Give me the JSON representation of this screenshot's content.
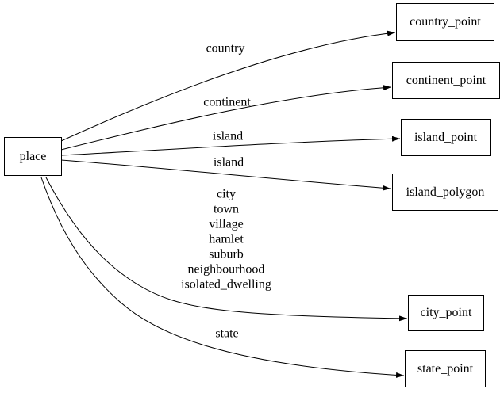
{
  "diagram": {
    "type": "directed-graph",
    "background_color": "#ffffff",
    "stroke_color": "#000000",
    "text_color": "#000000",
    "nodes": [
      {
        "id": "place",
        "label": "place"
      },
      {
        "id": "country_point",
        "label": "country_point"
      },
      {
        "id": "continent_point",
        "label": "continent_point"
      },
      {
        "id": "island_point",
        "label": "island_point"
      },
      {
        "id": "island_polygon",
        "label": "island_polygon"
      },
      {
        "id": "city_point",
        "label": "city_point"
      },
      {
        "id": "state_point",
        "label": "state_point"
      }
    ],
    "edges": [
      {
        "from": "place",
        "to": "country_point",
        "label": "country"
      },
      {
        "from": "place",
        "to": "continent_point",
        "label": "continent"
      },
      {
        "from": "place",
        "to": "island_point",
        "label": "island"
      },
      {
        "from": "place",
        "to": "island_polygon",
        "label": "island"
      },
      {
        "from": "place",
        "to": "city_point",
        "label_lines": [
          "city",
          "town",
          "village",
          "hamlet",
          "suburb",
          "neighbourhood",
          "isolated_dwelling"
        ]
      },
      {
        "from": "place",
        "to": "state_point",
        "label": "state"
      }
    ]
  }
}
